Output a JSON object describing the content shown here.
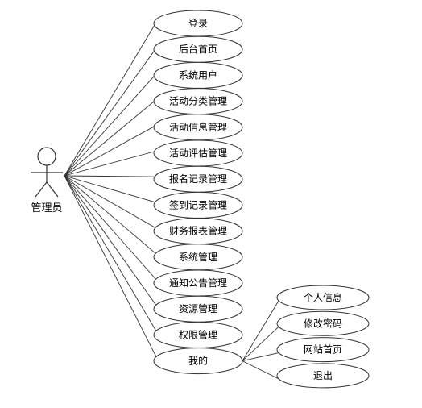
{
  "actor": {
    "label": "管理员"
  },
  "use_cases": [
    {
      "id": "uc-login",
      "label": "登录"
    },
    {
      "id": "uc-backend-home",
      "label": "后台首页"
    },
    {
      "id": "uc-system-users",
      "label": "系统用户"
    },
    {
      "id": "uc-activity-category-mgmt",
      "label": "活动分类管理"
    },
    {
      "id": "uc-activity-info-mgmt",
      "label": "活动信息管理"
    },
    {
      "id": "uc-activity-eval-mgmt",
      "label": "活动评估管理"
    },
    {
      "id": "uc-signup-record-mgmt",
      "label": "报名记录管理"
    },
    {
      "id": "uc-checkin-record-mgmt",
      "label": "签到记录管理"
    },
    {
      "id": "uc-finance-report-mgmt",
      "label": "财务报表管理"
    },
    {
      "id": "uc-system-mgmt",
      "label": "系统管理"
    },
    {
      "id": "uc-notice-mgmt",
      "label": "通知公告管理"
    },
    {
      "id": "uc-resource-mgmt",
      "label": "资源管理"
    },
    {
      "id": "uc-permission-mgmt",
      "label": "权限管理"
    },
    {
      "id": "uc-mine",
      "label": "我的"
    }
  ],
  "sub_use_cases": [
    {
      "id": "uc-personal-info",
      "label": "个人信息"
    },
    {
      "id": "uc-change-password",
      "label": "修改密码"
    },
    {
      "id": "uc-site-home",
      "label": "网站首页"
    },
    {
      "id": "uc-logout",
      "label": "退出"
    }
  ]
}
